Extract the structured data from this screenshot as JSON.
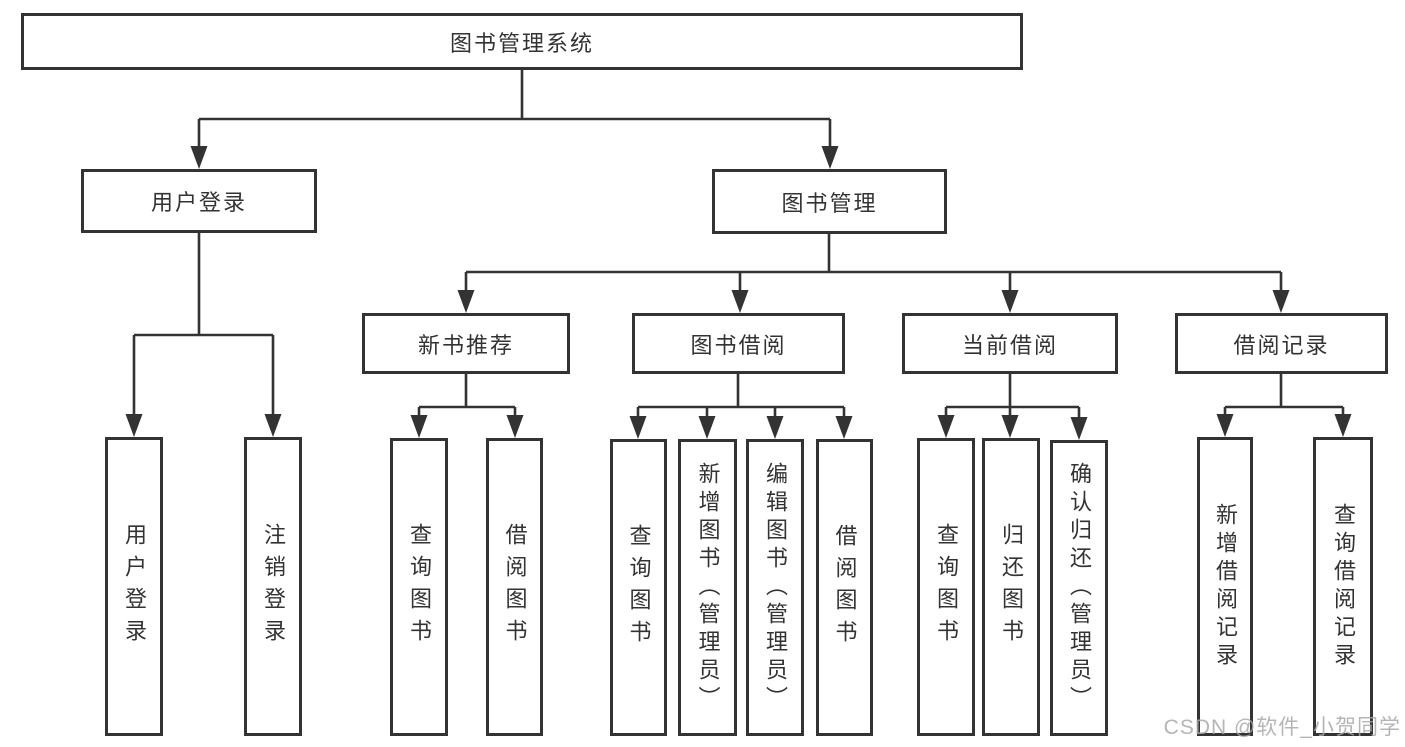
{
  "tree": {
    "label": "图书管理系统",
    "children": [
      {
        "label": "用户登录",
        "children": [
          {
            "label": "用户登录"
          },
          {
            "label": "注销登录"
          }
        ]
      },
      {
        "label": "图书管理",
        "children": [
          {
            "label": "新书推荐",
            "children": [
              {
                "label": "查询图书"
              },
              {
                "label": "借阅图书"
              }
            ]
          },
          {
            "label": "图书借阅",
            "children": [
              {
                "label": "查询图书"
              },
              {
                "label": "新增图书（管理员）"
              },
              {
                "label": "编辑图书（管理员）"
              },
              {
                "label": "借阅图书"
              }
            ]
          },
          {
            "label": "当前借阅",
            "children": [
              {
                "label": "查询图书"
              },
              {
                "label": "归还图书"
              },
              {
                "label": "确认归还（管理员）"
              }
            ]
          },
          {
            "label": "借阅记录",
            "children": [
              {
                "label": "新增借阅记录"
              },
              {
                "label": "查询借阅记录"
              }
            ]
          }
        ]
      }
    ]
  },
  "watermark": {
    "text": "CSDN @软件_小贺同学"
  },
  "colors": {
    "line": "#333333",
    "box_border": "#333333",
    "box_fill": "#ffffff",
    "background": "#ffffff",
    "watermark": "#a8a8a8"
  }
}
